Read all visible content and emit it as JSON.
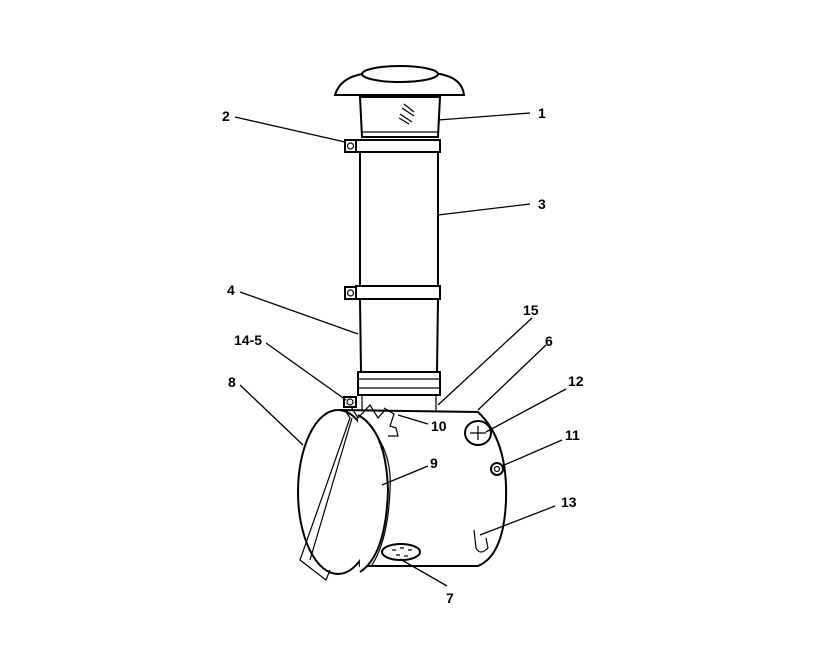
{
  "diagram": {
    "callouts": [
      {
        "id": "c1",
        "text": "1"
      },
      {
        "id": "c2",
        "text": "2"
      },
      {
        "id": "c3",
        "text": "3"
      },
      {
        "id": "c4",
        "text": "4"
      },
      {
        "id": "c14_5",
        "text": "14-5"
      },
      {
        "id": "c8",
        "text": "8"
      },
      {
        "id": "c15",
        "text": "15"
      },
      {
        "id": "c6",
        "text": "6"
      },
      {
        "id": "c12",
        "text": "12"
      },
      {
        "id": "c11",
        "text": "11"
      },
      {
        "id": "c10",
        "text": "10"
      },
      {
        "id": "c9",
        "text": "9"
      },
      {
        "id": "c13",
        "text": "13"
      },
      {
        "id": "c7",
        "text": "7"
      }
    ]
  }
}
